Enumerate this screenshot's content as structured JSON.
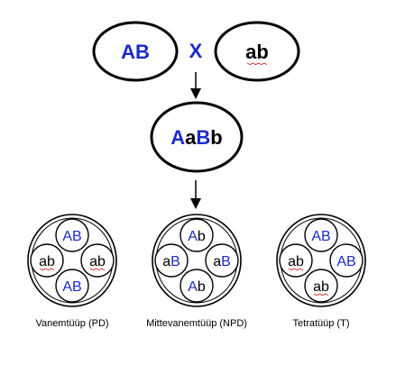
{
  "colors": {
    "blue": "#1a2bc8",
    "black": "#000000",
    "red_squiggle": "#d22020"
  },
  "parents": {
    "left": {
      "segments": [
        {
          "text": "AB",
          "color": "blue"
        }
      ]
    },
    "cross": "X",
    "right": {
      "segments": [
        {
          "text": "ab",
          "color": "black"
        }
      ]
    }
  },
  "hybrid": {
    "segments": [
      {
        "text": "A",
        "color": "blue"
      },
      {
        "text": "a",
        "color": "black"
      },
      {
        "text": "B",
        "color": "blue"
      },
      {
        "text": "b",
        "color": "black"
      }
    ]
  },
  "tetrads": [
    {
      "caption": "Vanemtüüp (PD)",
      "spores": {
        "top": [
          {
            "text": "AB",
            "color": "blue"
          }
        ],
        "left": [
          {
            "text": "ab",
            "color": "black"
          }
        ],
        "right": [
          {
            "text": "ab",
            "color": "black"
          }
        ],
        "bottom": [
          {
            "text": "AB",
            "color": "blue"
          }
        ]
      }
    },
    {
      "caption": "Mittevanemtüüp (NPD)",
      "spores": {
        "top": [
          {
            "text": "A",
            "color": "blue"
          },
          {
            "text": "b",
            "color": "black"
          }
        ],
        "left": [
          {
            "text": "a",
            "color": "black"
          },
          {
            "text": "B",
            "color": "blue"
          }
        ],
        "right": [
          {
            "text": "a",
            "color": "black"
          },
          {
            "text": "B",
            "color": "blue"
          }
        ],
        "bottom": [
          {
            "text": "A",
            "color": "blue"
          },
          {
            "text": "b",
            "color": "black"
          }
        ]
      }
    },
    {
      "caption": "Tetratüüp (T)",
      "spores": {
        "top": [
          {
            "text": "AB",
            "color": "blue"
          }
        ],
        "left": [
          {
            "text": "ab",
            "color": "black"
          }
        ],
        "right": [
          {
            "text": "AB",
            "color": "blue"
          }
        ],
        "bottom": [
          {
            "text": "ab",
            "color": "black"
          }
        ]
      }
    }
  ]
}
